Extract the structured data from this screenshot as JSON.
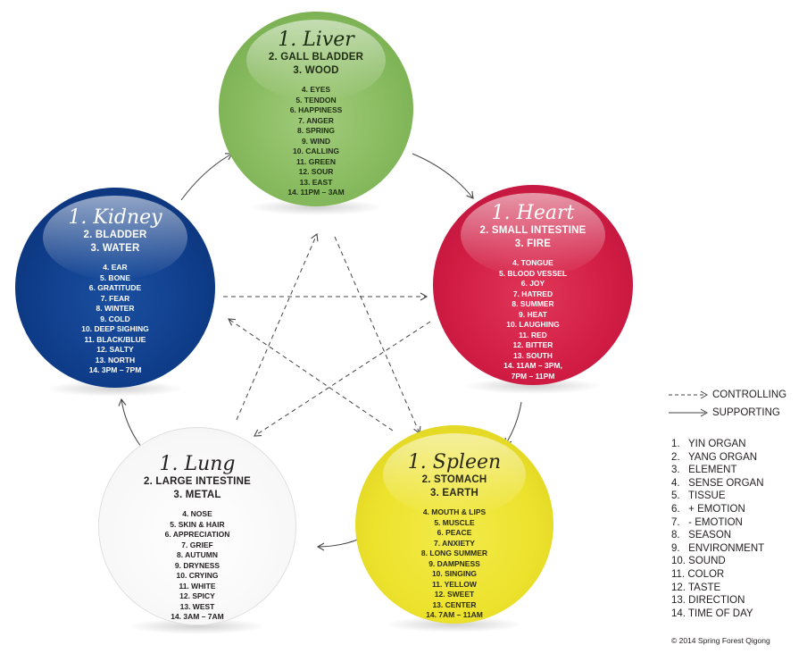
{
  "organs": {
    "liver": {
      "title": "1. Liver",
      "line2": "2. GALL BLADDER",
      "line3": "3. WOOD",
      "items": [
        "4. EYES",
        "5. TENDON",
        "6. HAPPINESS",
        "7. ANGER",
        "8. SPRING",
        "9. WIND",
        "10. CALLING",
        "11. GREEN",
        "12. SOUR",
        "13. EAST",
        "14. 11PM – 3AM"
      ]
    },
    "heart": {
      "title": "1. Heart",
      "line2": "2. SMALL INTESTINE",
      "line3": "3. FIRE",
      "items": [
        "4. TONGUE",
        "5. BLOOD VESSEL",
        "6. JOY",
        "7. HATRED",
        "8. SUMMER",
        "9. HEAT",
        "10. LAUGHING",
        "11. RED",
        "12. BITTER",
        "13. SOUTH",
        "14. 11AM – 3PM,",
        "7PM – 11PM"
      ]
    },
    "spleen": {
      "title": "1. Spleen",
      "line2": "2. STOMACH",
      "line3": "3. EARTH",
      "items": [
        "4. MOUTH & LIPS",
        "5. MUSCLE",
        "6. PEACE",
        "7. ANXIETY",
        "8. LONG SUMMER",
        "9. DAMPNESS",
        "10. SINGING",
        "11. YELLOW",
        "12. SWEET",
        "13. CENTER",
        "14. 7AM – 11AM"
      ]
    },
    "lung": {
      "title": "1. Lung",
      "line2": "2. LARGE INTESTINE",
      "line3": "3. METAL",
      "items": [
        "4. NOSE",
        "5. SKIN & HAIR",
        "6. APPRECIATION",
        "7. GRIEF",
        "8. AUTUMN",
        "9. DRYNESS",
        "10. CRYING",
        "11. WHITE",
        "12. SPICY",
        "13. WEST",
        "14. 3AM – 7AM"
      ]
    },
    "kidney": {
      "title": "1. Kidney",
      "line2": "2. BLADDER",
      "line3": "3. WATER",
      "items": [
        "4. EAR",
        "5. BONE",
        "6. GRATITUDE",
        "7. FEAR",
        "8. WINTER",
        "9. COLD",
        "10. DEEP SIGHING",
        "11. BLACK/BLUE",
        "12. SALTY",
        "13. NORTH",
        "14. 3PM – 7PM"
      ]
    }
  },
  "legend": {
    "controlling": "CONTROLLING",
    "supporting": "SUPPORTING"
  },
  "key": [
    "1.   YIN ORGAN",
    "2.   YANG ORGAN",
    "3.   ELEMENT",
    "4.   SENSE ORGAN",
    "5.   TISSUE",
    "6.   + EMOTION",
    "7.   - EMOTION",
    "8.   SEASON",
    "9.   ENVIRONMENT",
    "10. SOUND",
    "11. COLOR",
    "12. TASTE",
    "13. DIRECTION",
    "14. TIME OF DAY"
  ],
  "copyright": "© 2014 Spring Forest Qigong",
  "colors": {
    "liver": "#86b95d",
    "heart": "#d11c43",
    "spleen": "#ede22c",
    "lung": "#ffffff",
    "kidney": "#0f3d8a",
    "arrow": "#444444"
  }
}
